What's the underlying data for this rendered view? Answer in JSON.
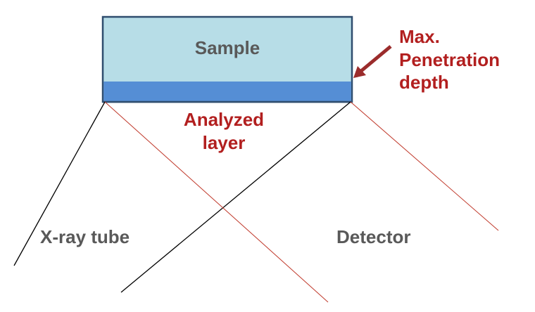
{
  "diagram": {
    "sample_label": "Sample",
    "analyzed_label_line1": "Analyzed",
    "analyzed_label_line2": "layer",
    "max_depth_line1": "Max.",
    "max_depth_line2": "Penetration",
    "max_depth_line3": "depth",
    "xray_label": "X-ray tube",
    "detector_label": "Detector"
  },
  "colors": {
    "sample_fill": "#b7dde7",
    "sample_border": "#2f4d6e",
    "analyzed_layer_fill": "#558ed5",
    "ray_black": "#000000",
    "ray_red": "#c0392b",
    "arrow": "#9b2c2c",
    "label_gray": "#595959",
    "label_red": "#b21f1f"
  }
}
